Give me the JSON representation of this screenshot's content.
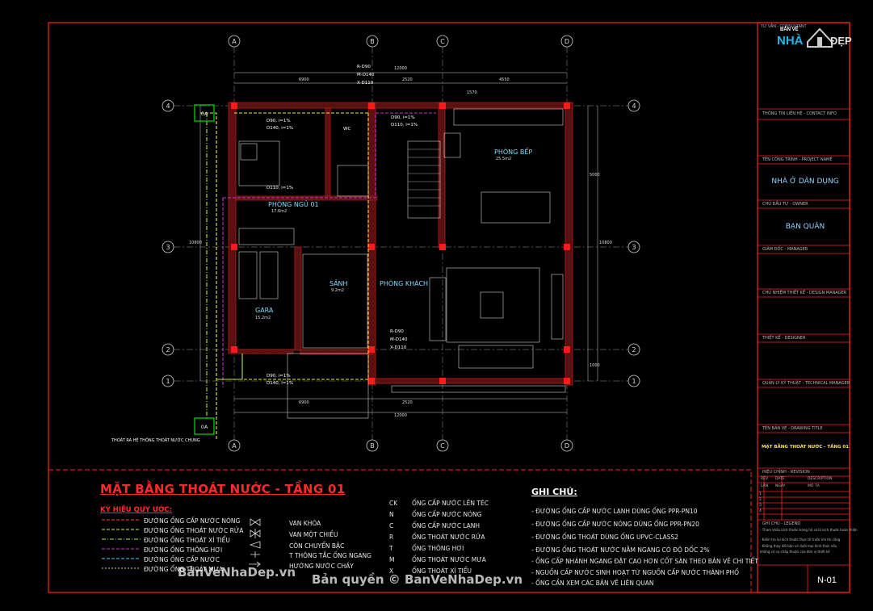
{
  "grid_labels": {
    "A": "A",
    "B": "B",
    "C": "C",
    "D": "D",
    "r1": "1",
    "r2": "2",
    "r3": "3",
    "r4": "4",
    "oa": "0A"
  },
  "dimensions": {
    "total_top": "12000",
    "seg1": "6900",
    "seg2": "2520",
    "seg3": "4550",
    "inner": "1570",
    "total_bottom": "12000",
    "bottom1": "6900",
    "bottom2": "2520",
    "left": "10800",
    "right": "10800",
    "r_a": "5000",
    "r_b": "1000"
  },
  "rooms": {
    "bedroom": "PHÒNG NGỦ 01",
    "bedroom_area": "17.6m2",
    "kitchen": "PHÒNG BẾP",
    "kitchen_area": "25.5m2",
    "hall": "SẢNH",
    "hall_area": "9.2m2",
    "living": "PHÒNG KHÁCH",
    "living_area": "",
    "garage": "GARA",
    "garage_area": "15.2m2",
    "toilet": "WC"
  },
  "pipe_labels": {
    "p1": "R-D90",
    "p2": "M-D140",
    "p3": "X-D110",
    "p4": "D90, i=1%",
    "p5": "D140, i=1%",
    "p6": "D110, i=1%",
    "p7": "D90, i=1%",
    "p8": "D110, i=1%",
    "p9": "R-D90",
    "p10": "M-D140",
    "p11": "X-D110",
    "p12": "D90, i=1%",
    "p13": "D140, i=1%",
    "p14": "THOÁT RA HỆ THỐNG THOÁT NƯỚC CHUNG"
  },
  "legend": {
    "title": "MẶT BẰNG THOÁT NƯỚC - TẦNG 01",
    "subtitle": "KÝ HIỆU QUY ƯỚC:",
    "items": [
      "ĐƯỜNG ỐNG CẤP NƯỚC NÓNG",
      "ĐƯỜNG ỐNG THOÁT NƯỚC RỬA",
      "ĐƯỜNG ỐNG THOÁT XÍ TIỂU",
      "ĐƯỜNG ỐNG THÔNG HƠI",
      "ĐƯỜNG ỐNG CẤP NƯỚC",
      "ĐƯỜNG ỐNG THOÁT MƯA"
    ],
    "symbols": [
      "VAN KHÓA",
      "VAN MỘT CHIỀU",
      "CÔN CHUYỂN BẬC",
      "T THÔNG TẮC ỐNG NGANG",
      "HƯỚNG NƯỚC CHẢY"
    ],
    "abbr_codes": [
      "CK",
      "N",
      "C",
      "R",
      "T",
      "M",
      "X"
    ],
    "abbr_desc": [
      "ỐNG CẤP NƯỚC LÊN TÉC",
      "ỐNG CẤP NƯỚC NÓNG",
      "ỐNG CẤP NƯỚC LẠNH",
      "ỐNG THOÁT NƯỚC RỬA",
      "ỐNG THÔNG HƠI",
      "ỐNG THOÁT NƯỚC MƯA",
      "ỐNG THOÁT XÍ TIỂU"
    ]
  },
  "notes": {
    "title": "GHI CHÚ:",
    "items": [
      "- ĐƯỜNG ỐNG CẤP NƯỚC LẠNH DÙNG ỐNG PPR-PN10",
      "- ĐƯỜNG ỐNG CẤP NƯỚC NÓNG DÙNG ỐNG PPR-PN20",
      "- ĐƯỜNG ỐNG THOÁT DÙNG ỐNG UPVC-CLASS2",
      "- ĐƯỜNG ỐNG THOÁT NƯỚC NẰM NGANG CÓ ĐỘ DỐC 2%",
      "- ỐNG CẤP NHÁNH NGANG ĐẶT CAO HƠN CỐT SÀN THEO BẢN VẼ CHI TIẾT",
      "- NGUỒN CẤP NƯỚC SINH HOẠT TỪ NGUỒN CẤP NƯỚC THÀNH PHỐ",
      "- ỐNG CẦN XEM CÁC BẢN VẼ LIÊN QUAN"
    ]
  },
  "title_block": {
    "logo_top": "BẢN VẼ",
    "logo_nha": "NHÀ",
    "logo_dep": "ĐẸP",
    "tuvan": "TƯ VẤN - CONSULTANT",
    "contractor": "THÔNG TIN LIÊN HỆ - CONTACT INFO",
    "project_label": "TÊN CÔNG TRÌNH - PROJECT NAME",
    "project": "NHÀ Ở DÂN DỤNG",
    "owner_label": "CHỦ ĐẦU TƯ - OWNER",
    "owner": "BẠN QUÂN",
    "manager_label": "GIÁM ĐỐC - MANAGER",
    "design_mgr_label": "CHỦ NHIỆM THIẾT KẾ - DESIGN MANAGER",
    "designer_label": "THIẾT KẾ - DESIGNER",
    "tech_label": "QUẢN LÝ KỸ THUẬT - TECHNICAL MANAGER",
    "drawing_title_label": "TÊN BẢN VẼ - DRAWING TITLE",
    "drawing_title": "MẶT BẰNG THOÁT NƯỚC - TẦNG 01",
    "revision_label": "HIỆU CHỈNH - REVISION",
    "rev_cols": [
      "REV",
      "DATE",
      "DESCRIPTION"
    ],
    "rev_cols2": [
      "LẦN",
      "NGÀY",
      "MÔ TẢ"
    ],
    "rev_rows": [
      "1",
      "2",
      "3",
      "4"
    ],
    "notes_label": "GHI CHÚ - LEGEND",
    "notes_text": [
      "- Tham khảo kích thước trong hồ sơ là kích thước hoàn thiện",
      "- Kiểm tra lại kích thước thực tế trước khi thi công",
      "- Không thay đổi bản vẽ dưới mọi hình thức nếu",
      "không có sự chấp thuận của đơn vị thiết kế"
    ],
    "sheet_no": "N-01"
  },
  "watermark": {
    "left": "BảnVeNhaDep.vn",
    "copyright": "Bản quyền © BanVeNhaDep.vn"
  }
}
